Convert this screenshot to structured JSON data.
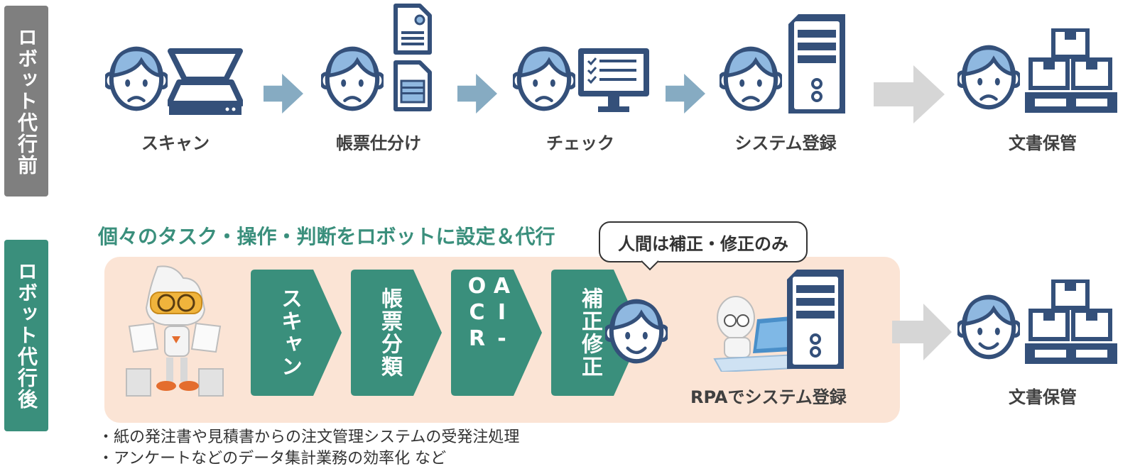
{
  "before": {
    "tab_label": "ロボット代行前",
    "steps": [
      "スキャン",
      "帳票仕分け",
      "チェック",
      "システム登録",
      "文書保管"
    ]
  },
  "after": {
    "tab_label": "ロボット代行後",
    "headline": "個々のタスク・操作・判断をロボットに設定＆代行",
    "bubble": "人間は補正・修正のみ",
    "chevrons": [
      "スキャン",
      "帳票分類",
      "AI-OCR",
      "補正修正"
    ],
    "rpa_label": "RPAでシステム登録",
    "storage_label": "文書保管"
  },
  "notes": [
    "・紙の発注書や見積書からの注文管理システムの受発注処理",
    "・アンケートなどのデータ集計業務の効率化 など"
  ],
  "colors": {
    "navy": "#34507a",
    "face_blue": "#8fb8e0",
    "arrow_blue": "#86abc2",
    "arrow_gray": "#d6d6d6",
    "green": "#3a8f7c",
    "band": "#fbe4d5",
    "tab_gray": "#7f7f7f",
    "tab_green": "#3a8f7c"
  }
}
